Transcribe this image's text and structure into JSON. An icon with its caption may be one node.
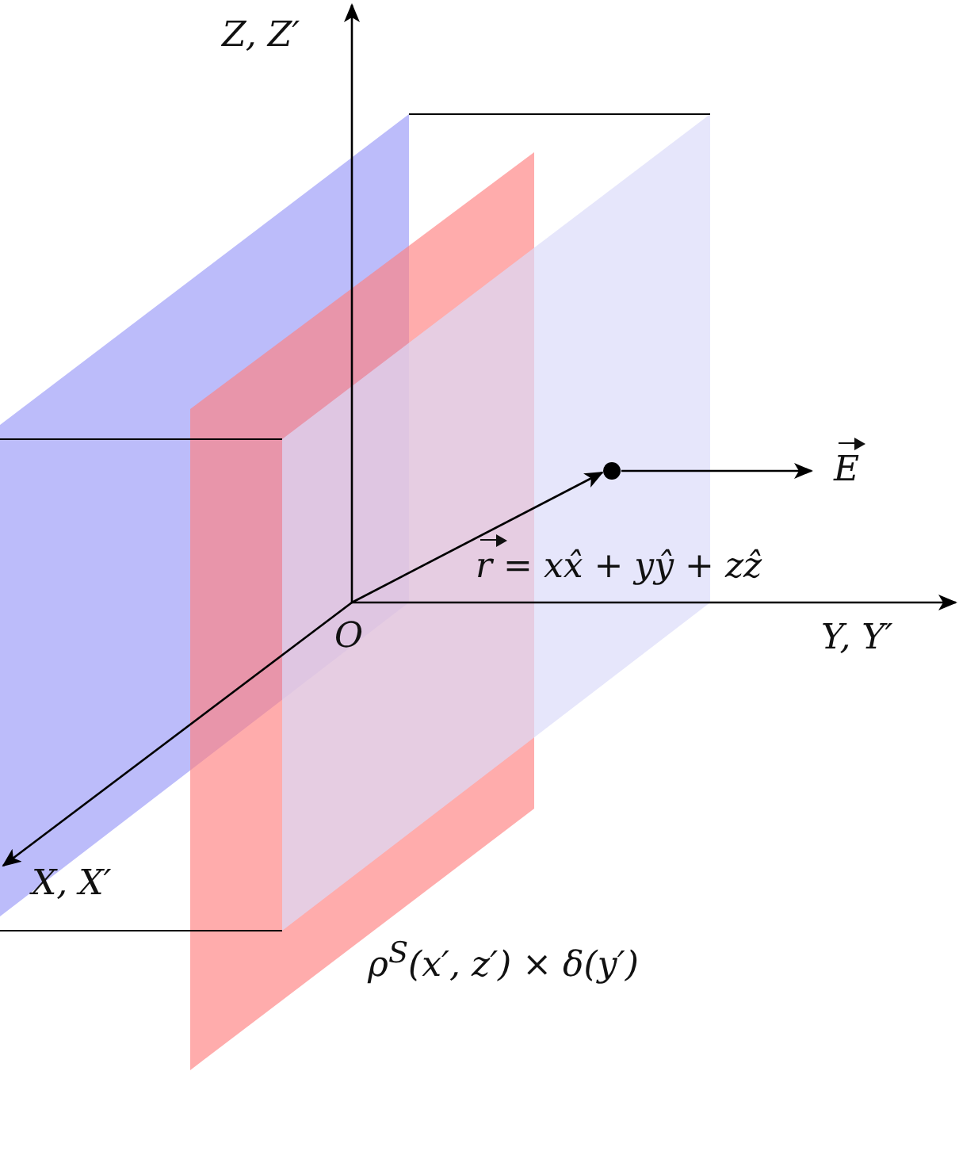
{
  "diagram": {
    "labels": [
      "Z, Z′",
      "E⃗",
      "r⃗ = xx̂ + yŷ + zẑ",
      "O",
      "Y, Y′",
      "X, X′",
      "ρ$^{S}$(x′, z′) × δ(y′)"
    ]
  }
}
